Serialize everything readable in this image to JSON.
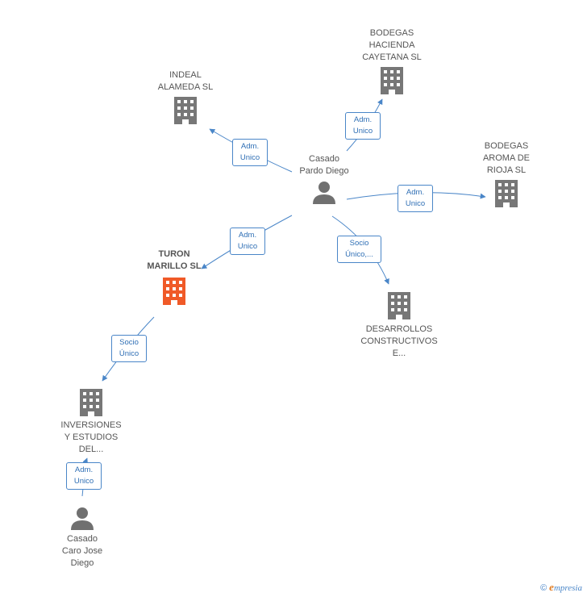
{
  "colors": {
    "edge": "#4a86c8",
    "company": "#777777",
    "company_main": "#f05a28",
    "person": "#707070"
  },
  "nodes": {
    "indeal": {
      "label": "INDEAL\nALAMEDA SL",
      "icon": "building-icon"
    },
    "bodegas_hacienda": {
      "label": "BODEGAS\nHACIENDA\nCAYETANA  SL",
      "icon": "building-icon"
    },
    "bodegas_aroma": {
      "label": "BODEGAS\nAROMA DE\nRIOJA SL",
      "icon": "building-icon"
    },
    "turon": {
      "label": "TURON\nMARILLO SL",
      "icon": "building-icon"
    },
    "desarrollos": {
      "label": "DESARROLLOS\nCONSTRUCTIVOS\nE...",
      "icon": "building-icon"
    },
    "inversiones": {
      "label": "INVERSIONES\nY ESTUDIOS\nDEL...",
      "icon": "building-icon"
    },
    "casado_pardo": {
      "label": "Casado\nPardo Diego",
      "icon": "person-icon"
    },
    "casado_caro": {
      "label": "Casado\nCaro Jose\nDiego",
      "icon": "person-icon"
    }
  },
  "edges": {
    "e1": {
      "label": "Adm.\nUnico"
    },
    "e2": {
      "label": "Adm.\nUnico"
    },
    "e3": {
      "label": "Adm.\nUnico"
    },
    "e4": {
      "label": "Adm.\nUnico"
    },
    "e5": {
      "label": "Socio\nÚnico,..."
    },
    "e6": {
      "label": "Socio\nÚnico"
    },
    "e7": {
      "label": "Adm.\nUnico"
    }
  },
  "footer": {
    "copyright": "©",
    "brand_initial": "e",
    "brand_rest": "mpresia"
  }
}
